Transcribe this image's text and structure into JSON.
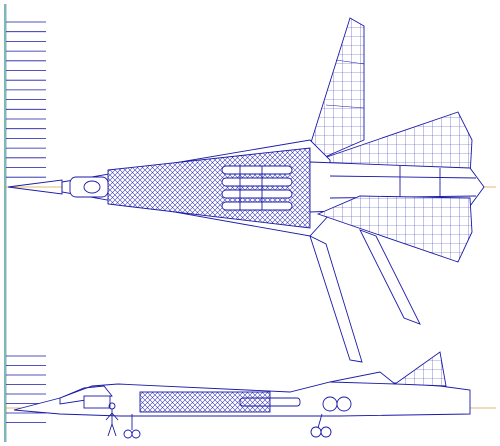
{
  "drawing": {
    "line_color": "#1a1aa8",
    "hatch_color": "#3a3ab8",
    "accent_line_color": "#d8a040",
    "left_bar_color": "#7fb7b7",
    "background": "#ffffff"
  },
  "views": [
    {
      "id": "plan",
      "description_icon": "aircraft-top-view"
    },
    {
      "id": "side",
      "description_icon": "aircraft-side-view"
    }
  ]
}
